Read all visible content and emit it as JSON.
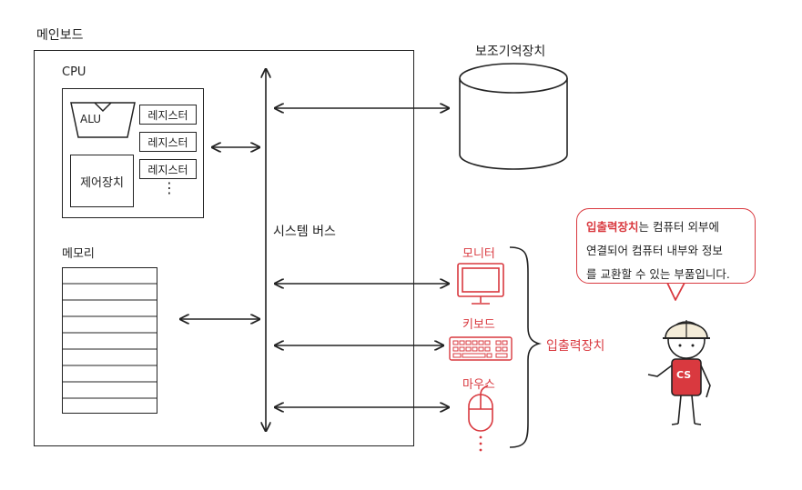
{
  "title": "메인보드",
  "cpu": {
    "label": "CPU",
    "alu": "ALU",
    "control_unit": "제어장치",
    "registers": [
      "레지스터",
      "레지스터",
      "레지스터"
    ],
    "more": "⋮"
  },
  "memory": {
    "label": "메모리"
  },
  "bus": {
    "label": "시스템 버스"
  },
  "storage": {
    "label": "보조기억장치"
  },
  "io": {
    "group_label": "입출력장치",
    "devices": [
      "모니터",
      "키보드",
      "마우스"
    ],
    "more": "⋮"
  },
  "speech_bubble": {
    "highlight": "입출력장치",
    "line1_rest": "는 컴퓨터 외부에",
    "line2": "연결되어 컴퓨터 내부와 정보",
    "line3": "를 교환할 수 있는 부품입니다."
  },
  "character": {
    "shirt_text": "CS"
  },
  "colors": {
    "accent": "#d9393f",
    "line": "#222222",
    "helmet": "#f4ecd8"
  }
}
